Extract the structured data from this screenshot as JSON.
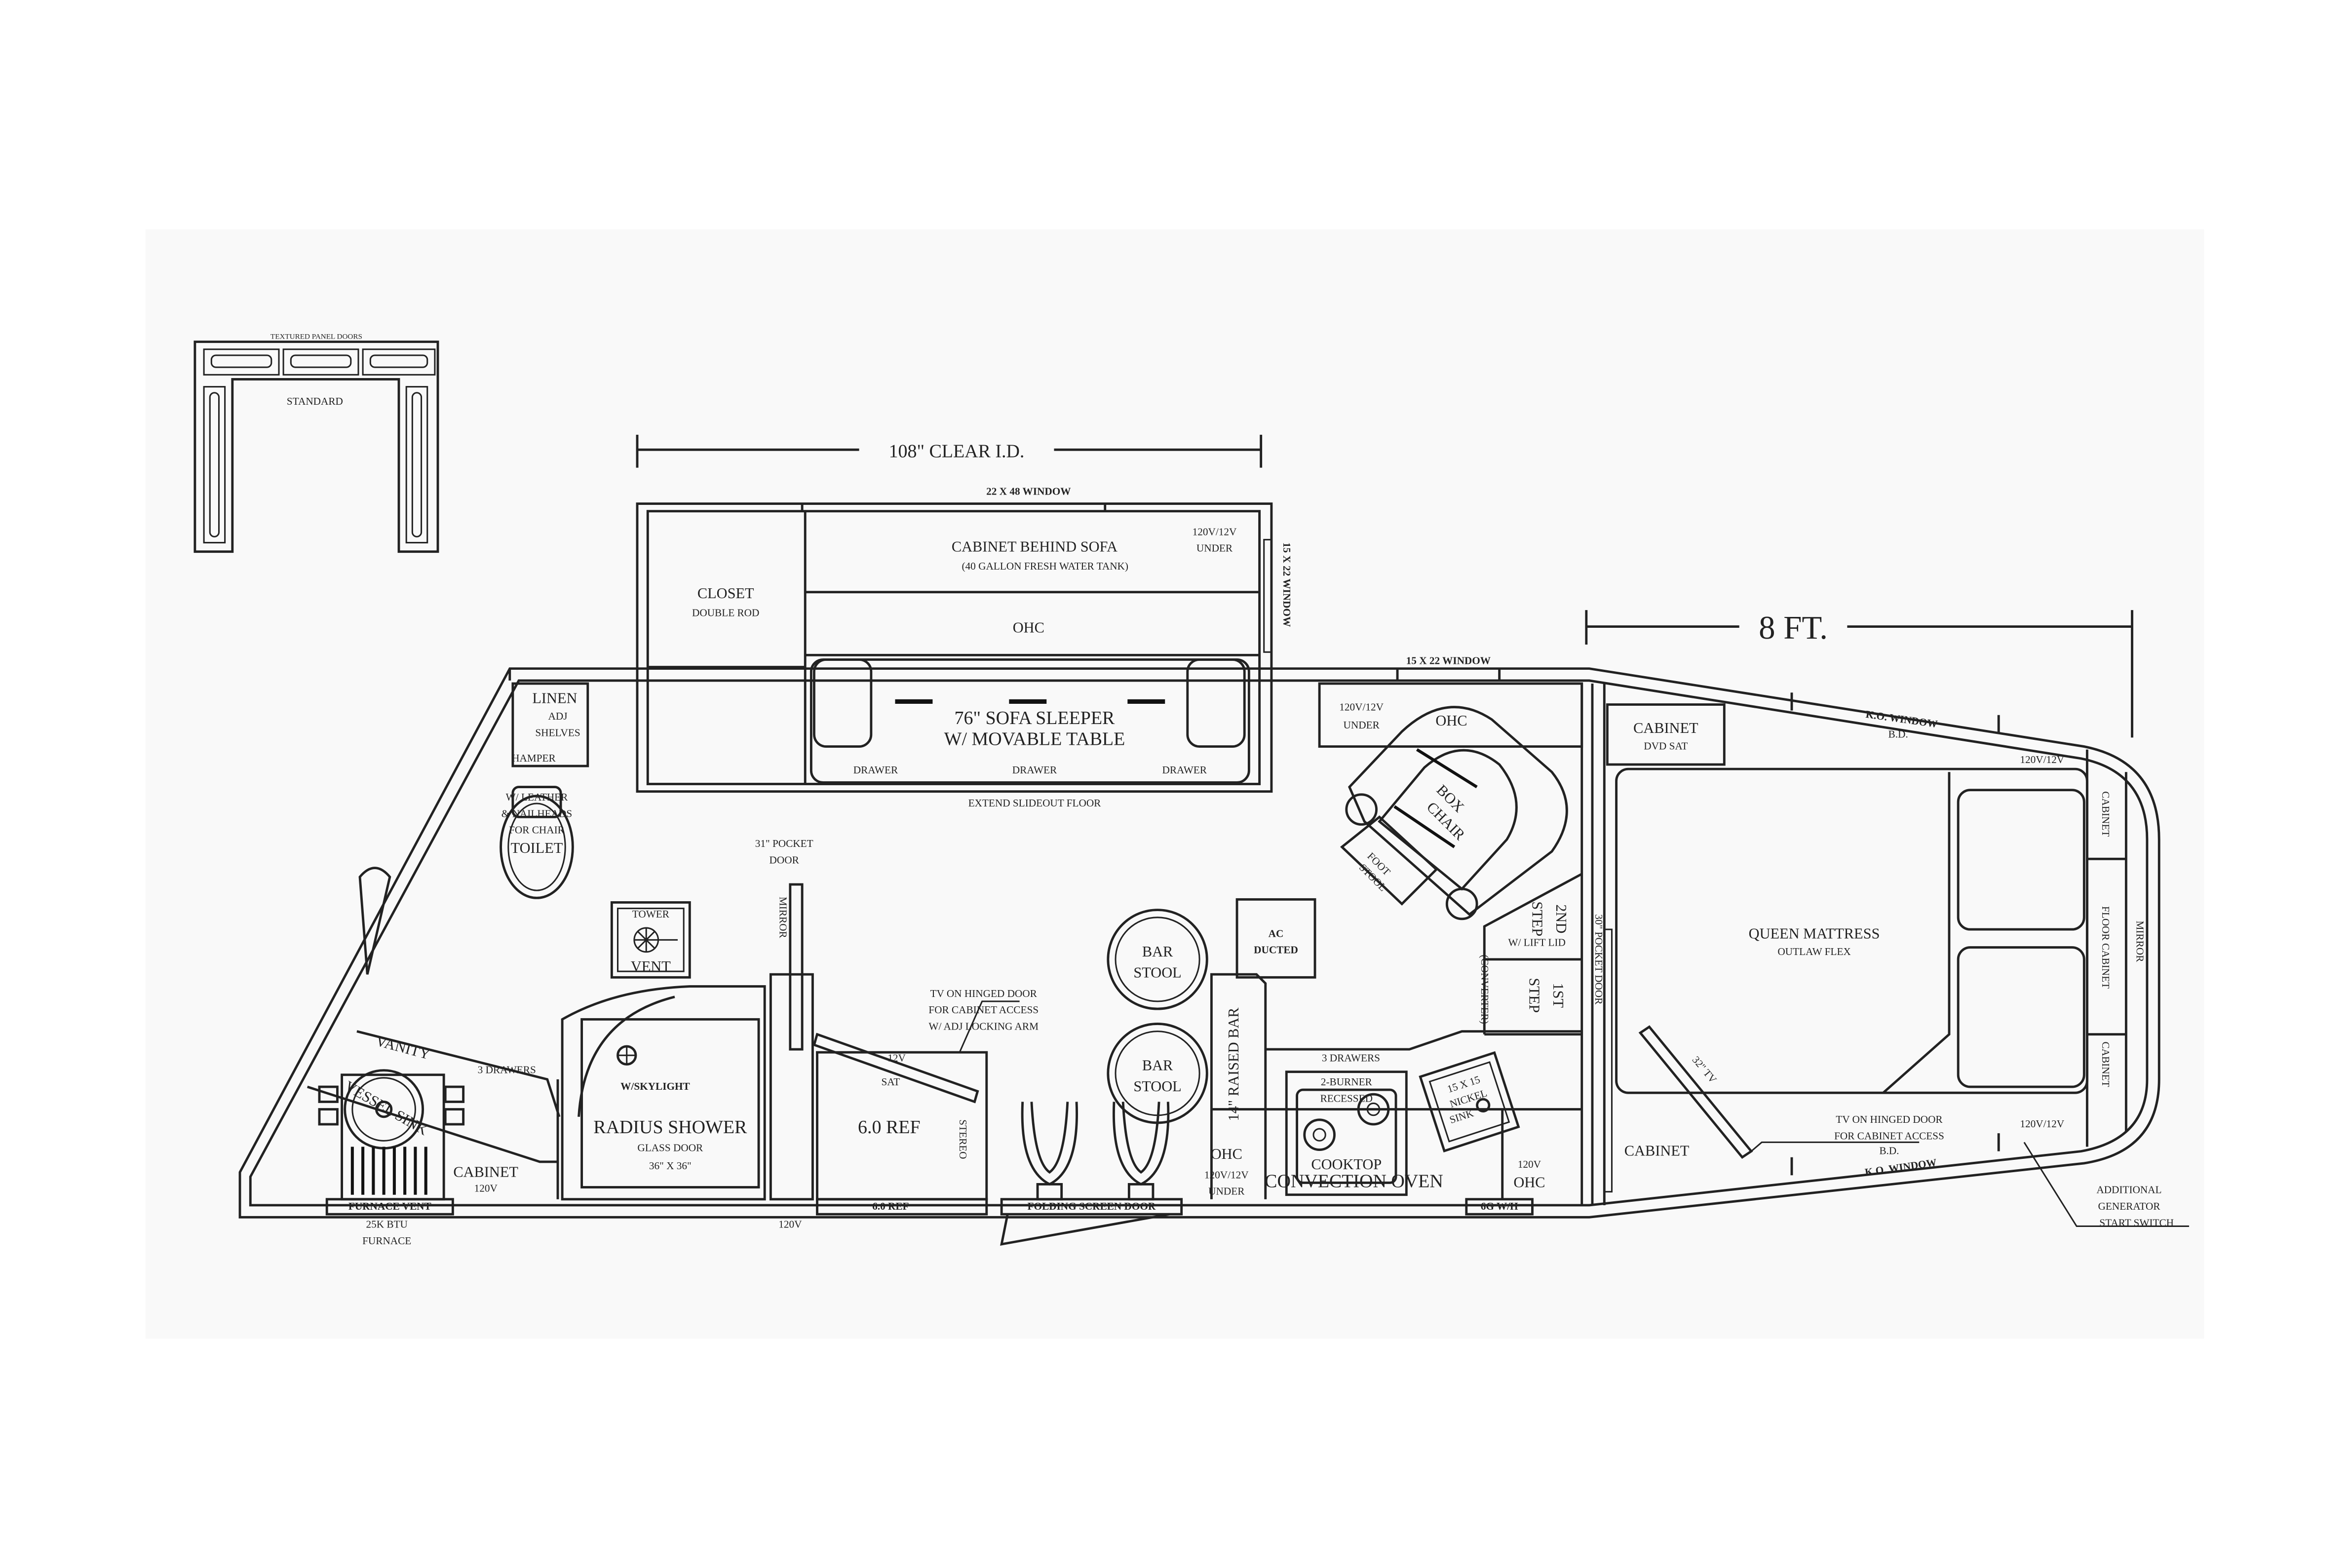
{
  "inset": {
    "title": "TEXTURED PANEL DOORS",
    "label": "STANDARD"
  },
  "dimensions": {
    "slide_width": "108\" CLEAR I.D.",
    "nose_width": "8 FT."
  },
  "slideout": {
    "window": "22 X 48 WINDOW",
    "closet": "CLOSET",
    "closet_sub": "DOUBLE ROD",
    "cabinet": "CABINET BEHIND SOFA",
    "cabinet_sub": "(40 GALLON FRESH WATER TANK)",
    "power1": "120V/12V",
    "power2": "UNDER",
    "side_window": "15 X 22 WINDOW",
    "ohc": "OHC",
    "sofa1": "76\" SOFA SLEEPER",
    "sofa2": "W/ MOVABLE TABLE",
    "drawer": "DRAWER",
    "floor": "EXTEND SLIDEOUT FLOOR"
  },
  "bath": {
    "linen": "LINEN",
    "adj": "ADJ",
    "shelves": "SHELVES",
    "hamper": "HAMPER",
    "toilet_notes": [
      "W/ LEATHER",
      "& NAILHEADS",
      "FOR CHAIR"
    ],
    "toilet": "TOILET",
    "vent1": "TOWER",
    "vent2": "VENT",
    "pocket1": "31\" POCKET",
    "pocket2": "DOOR",
    "mirror": "MIRROR",
    "skylight": "W/SKYLIGHT",
    "shower": "RADIUS SHOWER",
    "shower_door": "GLASS DOOR",
    "shower_size": "36\" X 36\"",
    "vanity": "VANITY",
    "drawers": "3 DRAWERS",
    "sink": "VESSEL SINK",
    "cabinet": "CABINET",
    "v120": "120V",
    "furnace_vent": "FURNACE VENT",
    "btu": "25K BTU",
    "furnace": "FURNACE"
  },
  "living": {
    "outlet": "120V",
    "ref": "6.0 REF",
    "ref_wall": "6.0 REF",
    "stereo": "STEREO",
    "v12": "12V",
    "sat": "SAT",
    "tv_note": [
      "TV ON HINGED DOOR",
      "FOR CABINET ACCESS",
      "W/ ADJ LOCKING ARM"
    ],
    "screen_door": "FOLDING SCREEN DOOR",
    "bar_stool1": "BAR",
    "bar_stool2": "STOOL",
    "raised_bar": "14\" RAISED BAR",
    "ac1": "AC",
    "ac2": "DUCTED",
    "ohc": "OHC",
    "ohc_power": "120V/12V",
    "ohc_under": "UNDER",
    "drawers": "3 DRAWERS",
    "burner1": "2-BURNER",
    "burner2": "RECESSED",
    "cooktop": "COOKTOP",
    "oven": "CONVECTION OVEN",
    "sink1": "15 X 15",
    "sink2": "NICKEL",
    "sink3": "SINK",
    "v120": "120V",
    "ohc2": "OHC",
    "wh": "6G W/H",
    "window": "15 X 22 WINDOW",
    "chair_power1": "120V/12V",
    "chair_power2": "UNDER",
    "chair_ohc": "OHC",
    "box1": "BOX",
    "box2": "CHAIR",
    "foot1": "FOOT",
    "foot2": "STOOL",
    "step2": "2ND",
    "step2b": "STEP",
    "lift": "W/ LIFT LID",
    "step1": "1ST",
    "step1b": "STEP",
    "converter": "(CONVERTER)",
    "pocket": "30\" POCKET DOOR"
  },
  "bedroom": {
    "cabinet": "CABINET",
    "cabinet_sub": "DVD SAT",
    "ko_window": "K.O. WINDOW",
    "bd": "B.D.",
    "power": "120V/12V",
    "mattress": "QUEEN MATTRESS",
    "mattress_sub": "OUTLAW FLEX",
    "cab_a": "CABINET",
    "floor_cab": "FLOOR CABINET",
    "mirror": "MIRROR",
    "cab_b": "CABINET",
    "tv": "32\" TV",
    "tv_note": [
      "TV ON HINGED DOOR",
      "FOR CABINET ACCESS",
      "B.D."
    ],
    "cabinet2": "CABINET",
    "generator": [
      "ADDITIONAL",
      "GENERATOR",
      "START SWITCH"
    ]
  }
}
